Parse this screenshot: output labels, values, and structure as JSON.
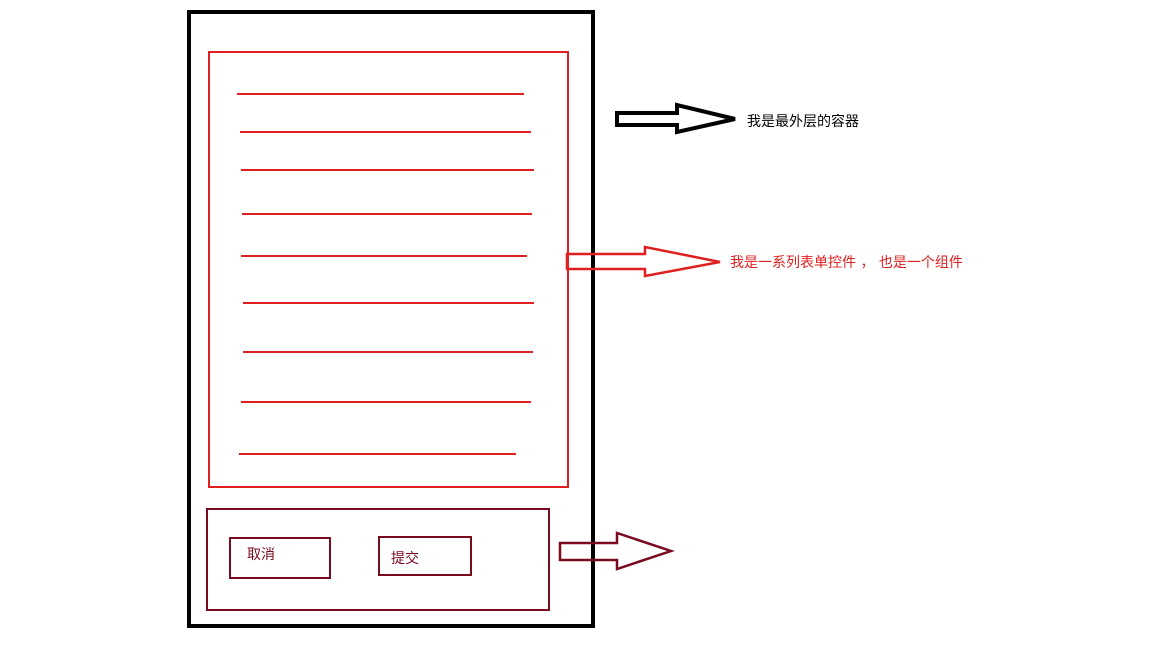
{
  "annotations": {
    "outer_container": "我是最外层的容器",
    "form_controls": "我是一系列表单控件 ， 也是一个组件"
  },
  "buttons": {
    "cancel": "取消",
    "submit": "提交"
  },
  "colors": {
    "outer": "#000000",
    "form": "#e02020",
    "buttons": "#7a0a1e"
  }
}
